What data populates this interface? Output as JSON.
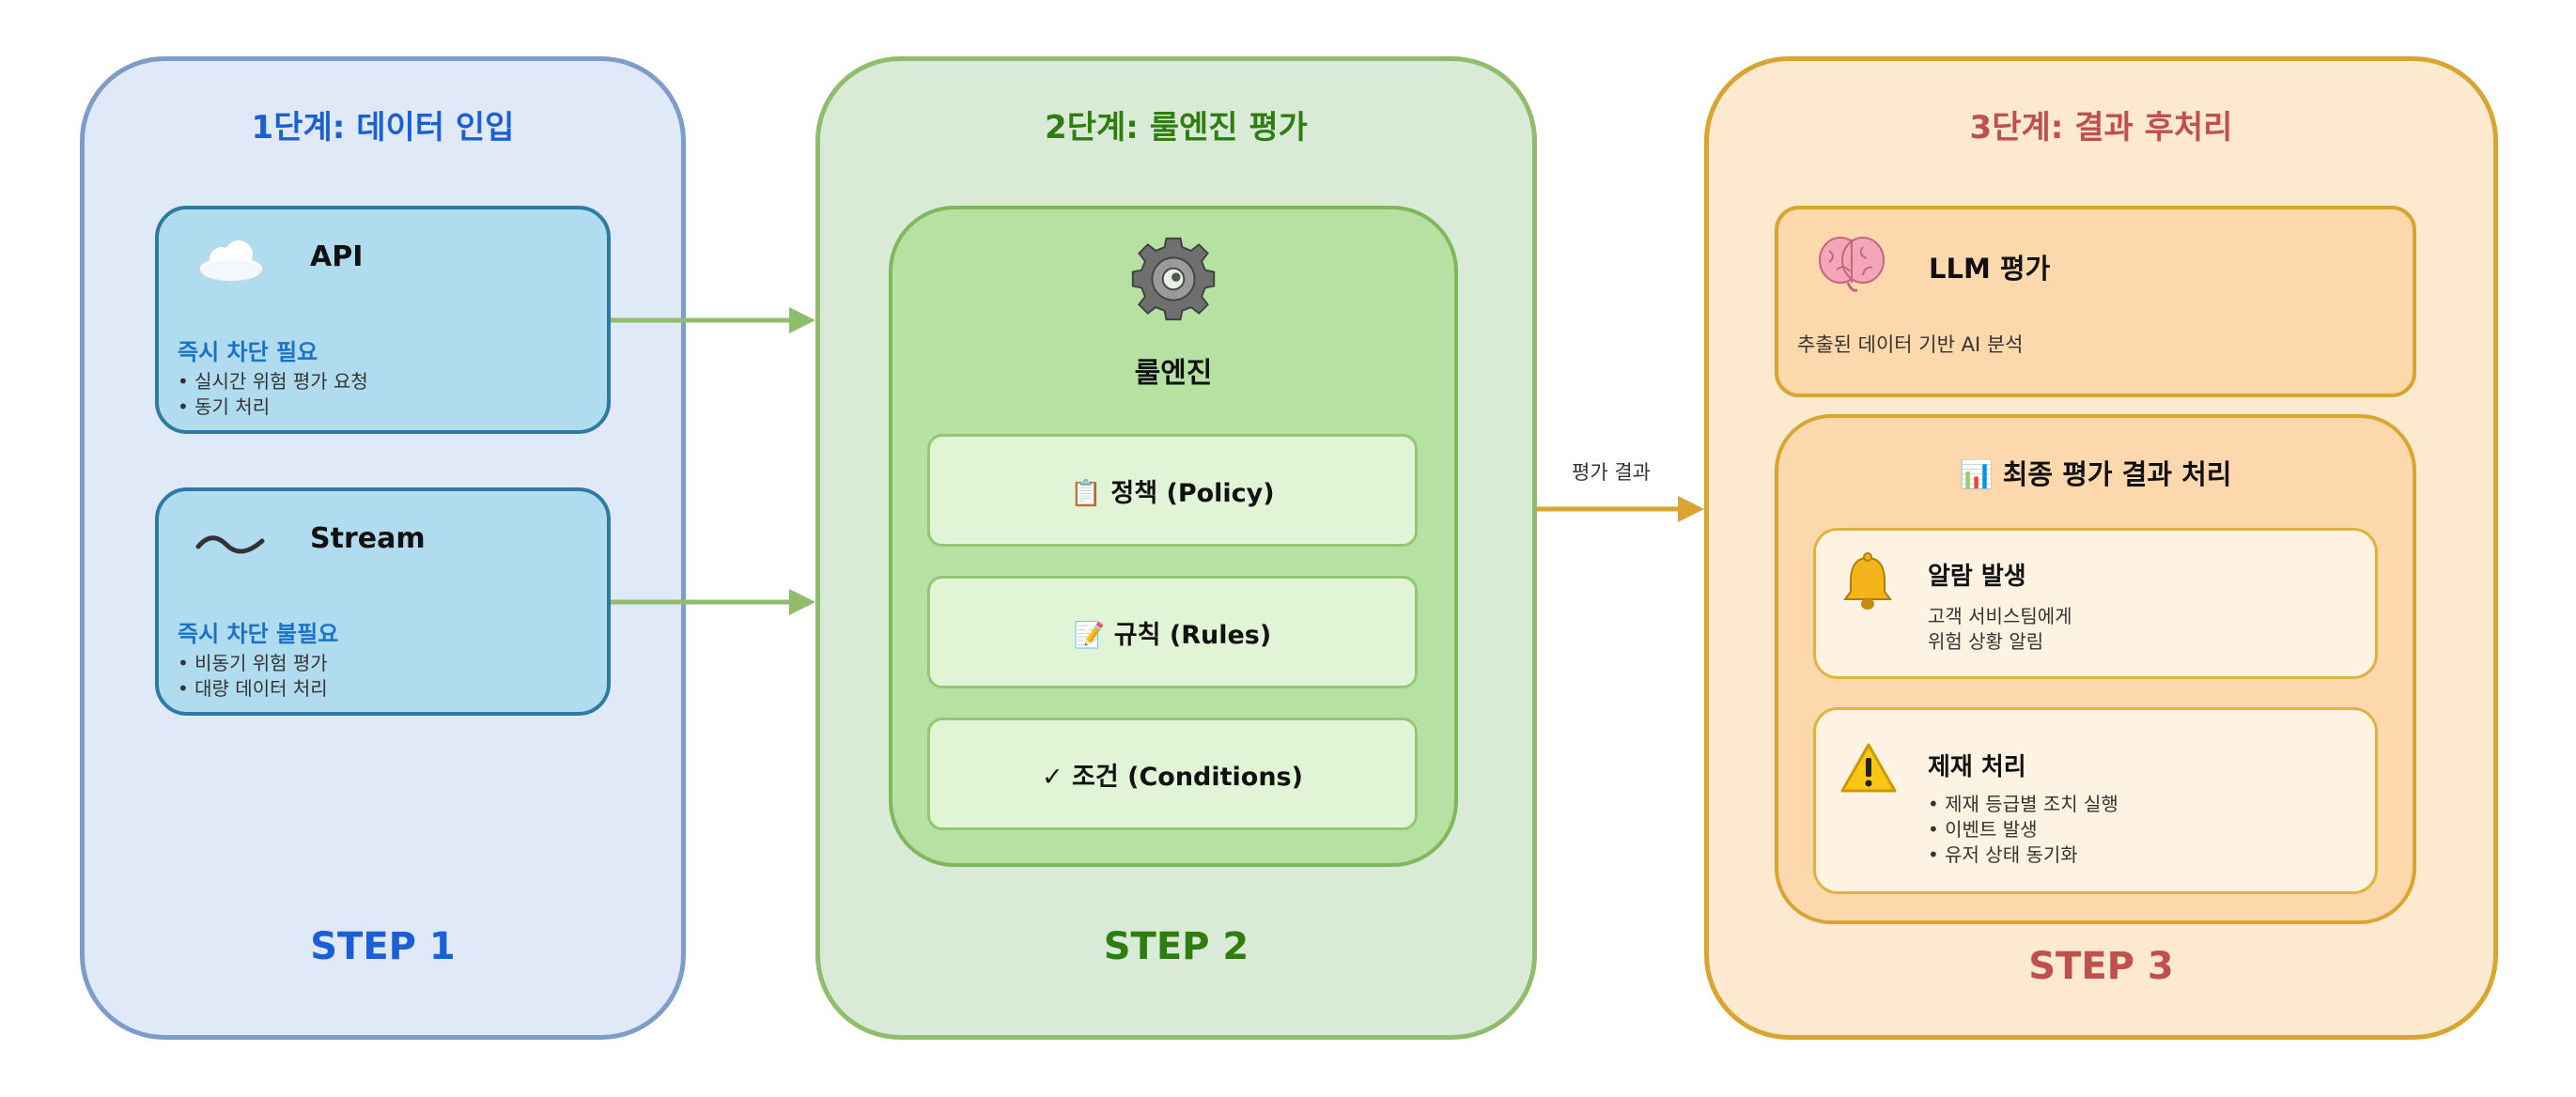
{
  "stage1": {
    "title": "1단계: 데이터 인입",
    "step": "STEP 1",
    "api": {
      "icon": "cloud-icon",
      "title": "API",
      "subtitle": "즉시 차단 필요",
      "bullets": [
        "• 실시간 위험 평가 요청",
        "• 동기 처리"
      ]
    },
    "stream": {
      "icon": "wave-icon",
      "title": "Stream",
      "subtitle": "즉시 차단 불필요",
      "bullets": [
        "• 비동기 위험 평가",
        "• 대량 데이터 처리"
      ]
    }
  },
  "stage2": {
    "title": "2단계: 룰엔진 평가",
    "step": "STEP 2",
    "engine_icon": "gear-icon",
    "engine_label": "룰엔진",
    "rules": [
      "📋 정책 (Policy)",
      "📝 규칙 (Rules)",
      "✓ 조건 (Conditions)"
    ]
  },
  "connector_label": "평가 결과",
  "stage3": {
    "title": "3단계: 결과 후처리",
    "step": "STEP 3",
    "llm": {
      "icon": "brain-icon",
      "title": "LLM 평가",
      "text": "추출된 데이터 기반 AI 분석"
    },
    "final": {
      "title": "📊 최종 평가 결과 처리",
      "alarm": {
        "icon": "bell-icon",
        "title": "알람 발생",
        "lines": [
          "고객 서비스팀에게",
          "위험 상황 알림"
        ]
      },
      "sanction": {
        "icon": "warning-icon",
        "title": "제재 처리",
        "lines": [
          "• 제재 등급별 조치 실행",
          "• 이벤트 발생",
          "• 유저 상태 동기화"
        ]
      }
    }
  },
  "colors": {
    "stage1_title": "#1a5fd6",
    "stage2_title": "#2e7d10",
    "stage3_title": "#c0504d",
    "arrow_green": "#8fbd6c",
    "arrow_orange": "#d9a430"
  }
}
